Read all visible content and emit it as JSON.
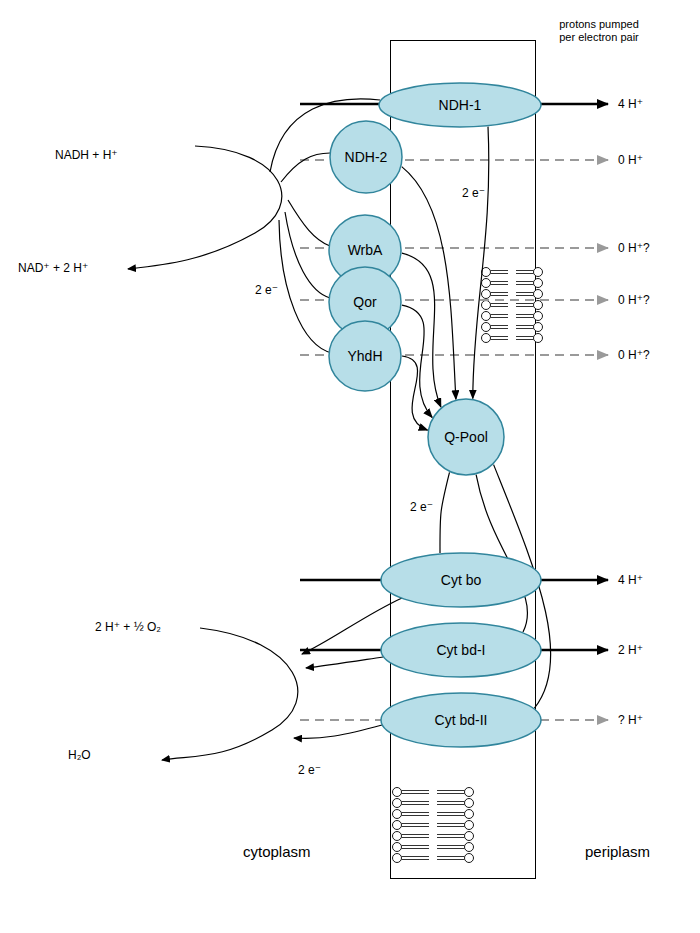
{
  "diagram": {
    "nodes": [
      {
        "text": [
          "NDH-1"
        ]
      },
      {
        "text": [
          "NDH-2"
        ]
      },
      {
        "text": [
          "WrbA"
        ]
      },
      {
        "text": [
          "Qor"
        ]
      },
      {
        "text": [
          "YhdH"
        ]
      },
      {
        "text": [
          "Q-Pool"
        ]
      },
      {
        "text": [
          "Cyt bo"
        ]
      },
      {
        "text": [
          "Cyt bd-I"
        ]
      },
      {
        "text": [
          "Cyt bd-II"
        ]
      }
    ],
    "edges": [
      {
        "from": 0,
        "to": 5,
        "arrow": "to",
        "label": "2 e⁻"
      },
      {
        "from": 1,
        "to": 5,
        "arrow": "to"
      },
      {
        "from": 2,
        "to": 5,
        "arrow": "to"
      },
      {
        "from": 3,
        "to": 5,
        "arrow": "to"
      },
      {
        "from": 4,
        "to": 5,
        "arrow": "to"
      },
      {
        "from": 5,
        "to": 6,
        "arrow": "none",
        "label": "2 e⁻"
      },
      {
        "from": 5,
        "to": 7,
        "arrow": "none"
      },
      {
        "from": 5,
        "to": 8,
        "arrow": "none"
      }
    ],
    "labels": [
      "protons pumped per electron pair",
      "4 H⁺",
      "NADH + H⁺",
      "0 H⁺",
      "0 H⁺?",
      "NAD⁺ + 2 H⁺",
      "2 e⁻",
      "0 H⁺?",
      "0 H⁺?",
      "4 H⁺",
      "2 H⁺ + ½ O₂",
      "2 H⁺",
      "? H⁺",
      "H₂O",
      "2 e⁻",
      "cytoplasm",
      "periplasm"
    ]
  }
}
